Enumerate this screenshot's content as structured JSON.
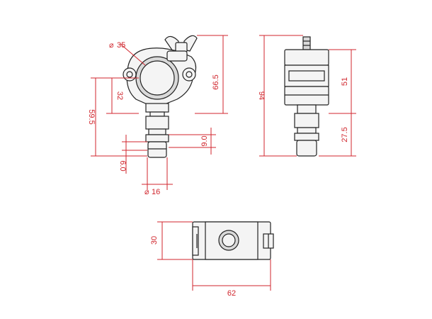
{
  "front_view": {
    "tube_diameter": "35",
    "overall_height": "66.5",
    "ring_height": "32",
    "total_height": "59.5",
    "spigot_length": "9.0",
    "spigot_recess": "6.0",
    "spigot_diameter": "16"
  },
  "side_view": {
    "overall_height": "94",
    "upper_height": "51",
    "lower_height": "27.5"
  },
  "bottom_view": {
    "depth": "30",
    "width": "62"
  },
  "colors": {
    "dimension": "#d0262d",
    "outline": "#222222"
  }
}
